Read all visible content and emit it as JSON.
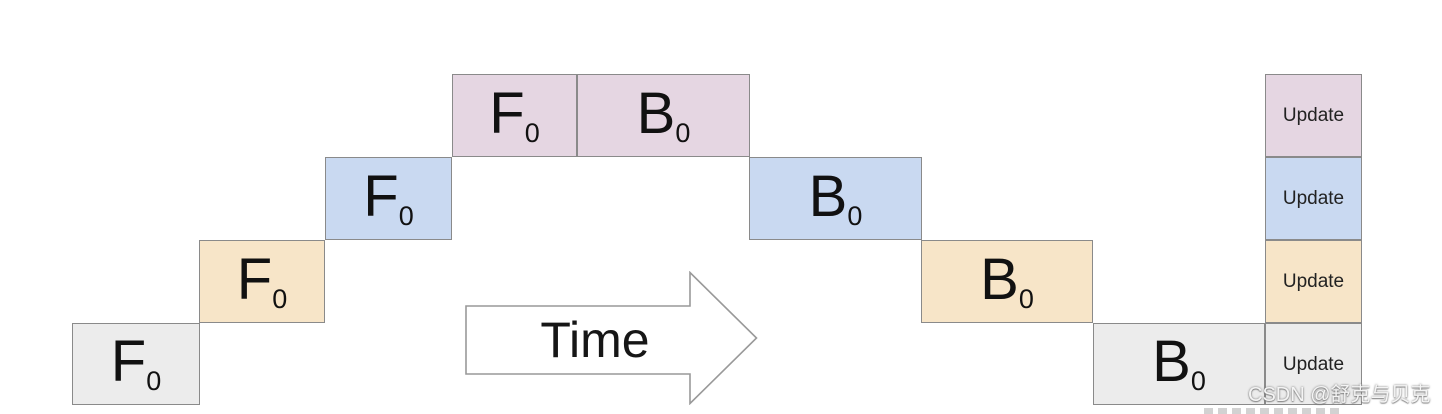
{
  "canvas": {
    "background": "#ffffff"
  },
  "colors": {
    "stage1": "#ececec",
    "stage2": "#f7e5c8",
    "stage3": "#c9d9f1",
    "stage4": "#e5d6e2",
    "block_border": "#8a8a8a",
    "text": "#111111",
    "arrow_outline": "#999999",
    "arrow_fill": "#ffffff"
  },
  "diagram": {
    "description_blocks_note": "forward and backward pipeline blocks",
    "blocks": [
      {
        "name": "forward-stage1",
        "letter": "F",
        "sub": "0"
      },
      {
        "name": "forward-stage2",
        "letter": "F",
        "sub": "0"
      },
      {
        "name": "forward-stage3",
        "letter": "F",
        "sub": "0"
      },
      {
        "name": "forward-stage4",
        "letter": "F",
        "sub": "0"
      },
      {
        "name": "backward-stage4",
        "letter": "B",
        "sub": "0"
      },
      {
        "name": "backward-stage3",
        "letter": "B",
        "sub": "0"
      },
      {
        "name": "backward-stage2",
        "letter": "B",
        "sub": "0"
      },
      {
        "name": "backward-stage1",
        "letter": "B",
        "sub": "0"
      }
    ],
    "updates": [
      {
        "label": "Update"
      },
      {
        "label": "Update"
      },
      {
        "label": "Update"
      },
      {
        "label": "Update"
      }
    ],
    "time_arrow": {
      "label": "Time"
    }
  },
  "watermark": {
    "text": "CSDN @舒克与贝克"
  }
}
